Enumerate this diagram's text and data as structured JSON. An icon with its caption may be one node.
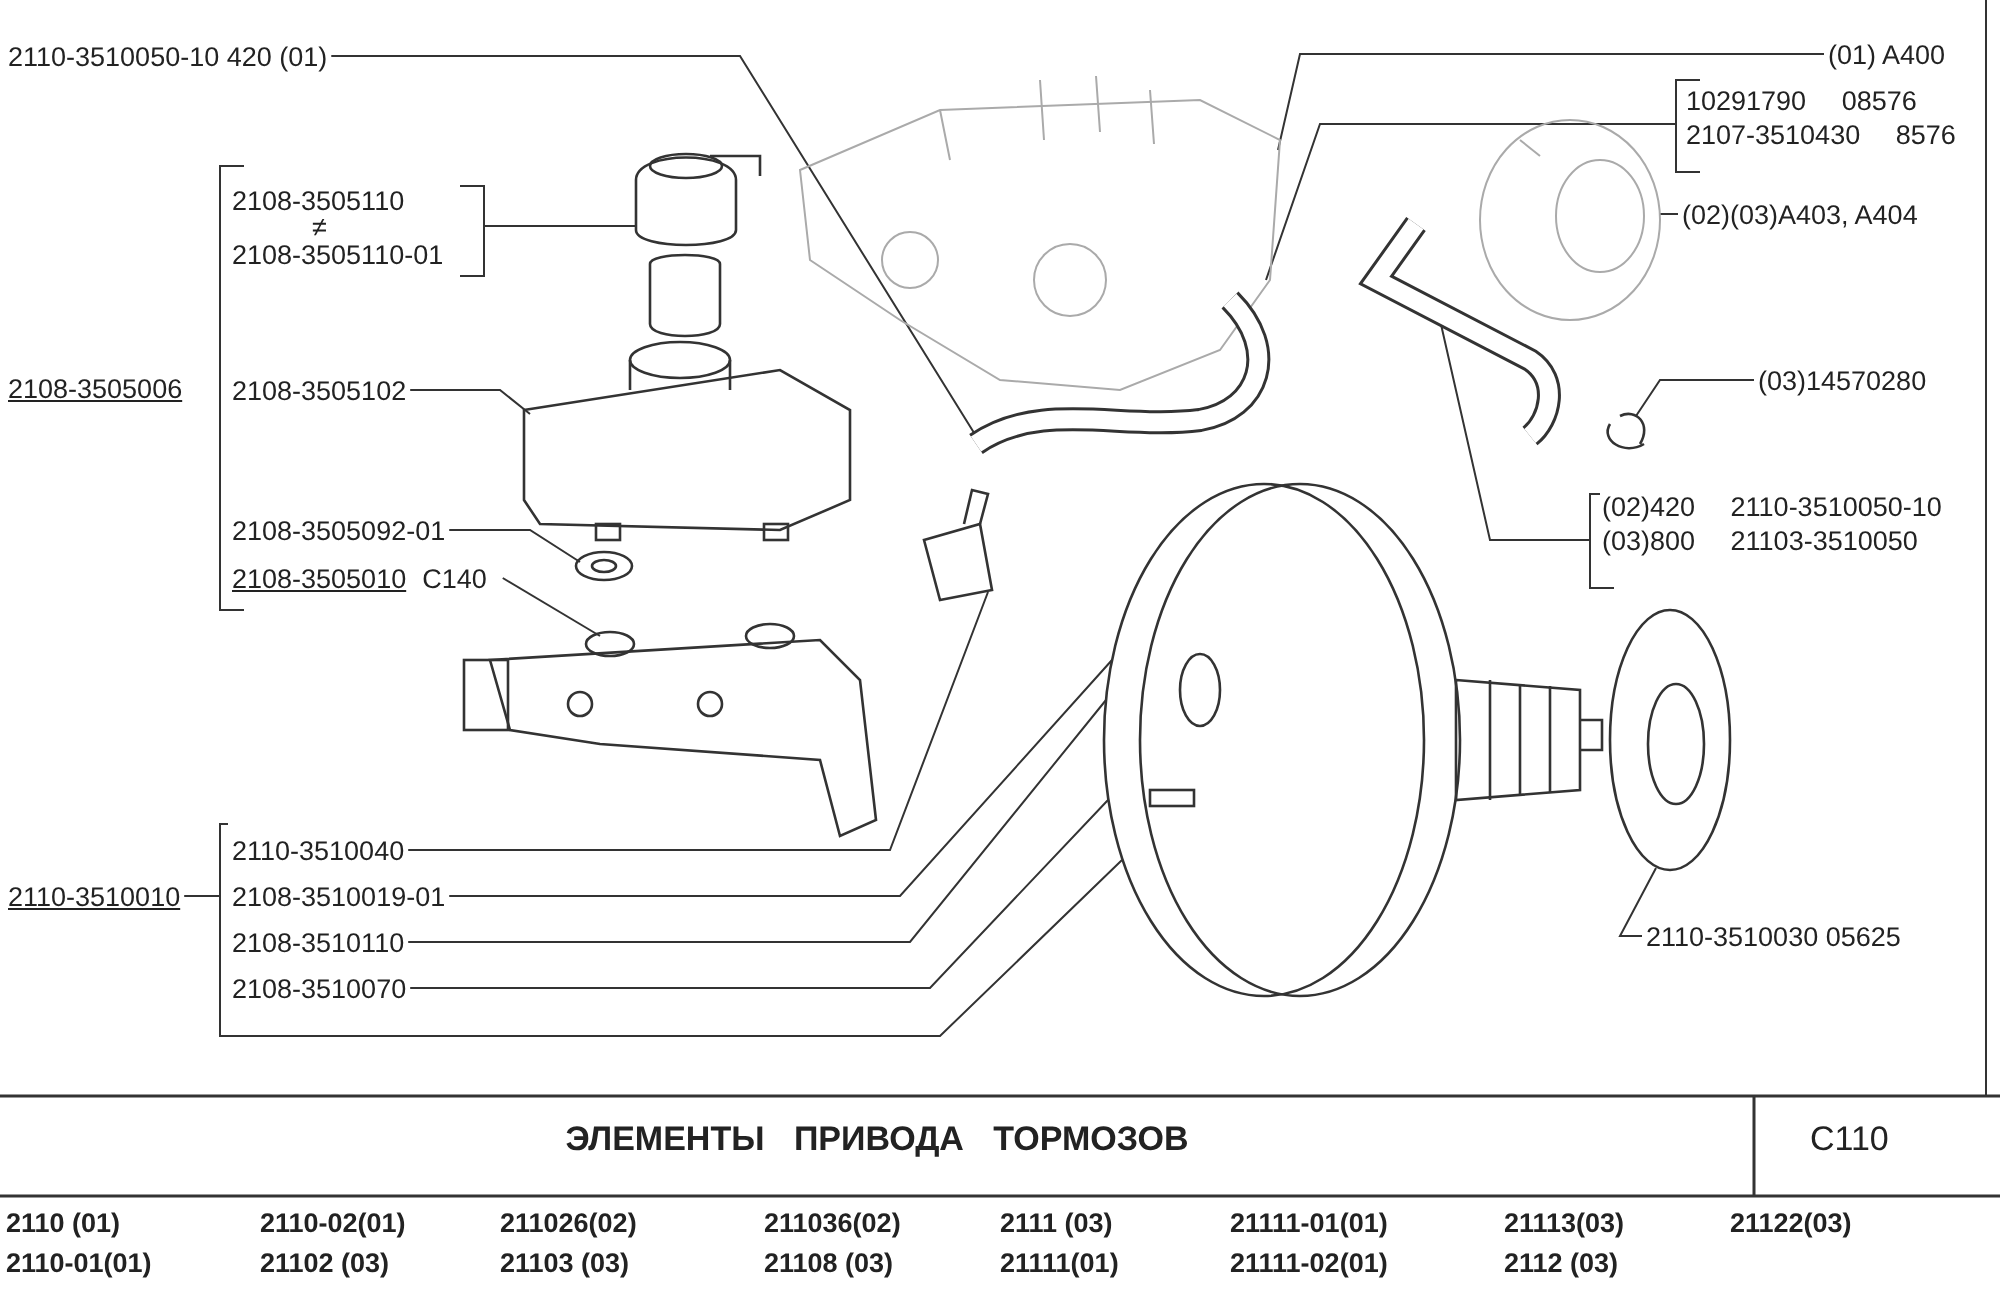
{
  "diagram": {
    "title": "ЭЛЕМЕНТЫ ПРИВОДА ТОРМОЗОВ",
    "nodes": [
      {
        "text": [
          "2110-3510050-10 420 (01)"
        ]
      },
      {
        "text": [
          "2108-3505110",
          "≠",
          "2108-3505110-01"
        ]
      },
      {
        "text": [
          "2108-3505102"
        ]
      },
      {
        "text": [
          "2108-3505092-01"
        ]
      },
      {
        "text": [
          "2108-3505010",
          "C140"
        ]
      },
      {
        "text": [
          "2110-3510040"
        ]
      },
      {
        "text": [
          "2108-3510019-01"
        ]
      },
      {
        "text": [
          "2108-3510110"
        ]
      },
      {
        "text": [
          "2108-3510070"
        ]
      },
      {
        "text": [
          "(01) A400"
        ]
      },
      {
        "text": [
          "10291790 08576",
          "2107-3510430 8576"
        ]
      },
      {
        "text": [
          "(02)(03)A403, A404"
        ]
      },
      {
        "text": [
          "(03)14570280"
        ]
      },
      {
        "text": [
          "(02)420 2110-3510050-10",
          "(03)800 21103-3510050"
        ]
      },
      {
        "text": [
          "2110-3510030 05625"
        ]
      },
      {
        "text": [
          "2110-3510010"
        ]
      },
      {
        "text": [
          "2108-3505006"
        ]
      },
      {
        "text": [],
        "shape": "picture"
      },
      {
        "text": [],
        "shape": "picture"
      },
      {
        "text": [],
        "shape": "picture"
      },
      {
        "text": [],
        "shape": "picture"
      },
      {
        "text": [],
        "shape": "picture"
      },
      {
        "text": [],
        "shape": "picture"
      },
      {
        "text": [],
        "shape": "picture"
      },
      {
        "text": [],
        "shape": "picture"
      },
      {
        "text": [],
        "shape": "picture"
      },
      {
        "text": [],
        "shape": "picture"
      },
      {
        "text": [],
        "shape": "picture"
      },
      {
        "text": [],
        "shape": "picture"
      }
    ],
    "edges": [
      {
        "from": 0,
        "to": 19,
        "arrow": "none"
      },
      {
        "from": 1,
        "to": 22,
        "arrow": "none"
      },
      {
        "from": 2,
        "to": 23,
        "arrow": "none"
      },
      {
        "from": 3,
        "to": 24,
        "arrow": "none"
      },
      {
        "from": 4,
        "to": 25,
        "arrow": "none"
      },
      {
        "from": 5,
        "to": 26,
        "arrow": "none"
      },
      {
        "from": 6,
        "to": 27,
        "arrow": "none"
      },
      {
        "from": 7,
        "to": 27,
        "arrow": "none"
      },
      {
        "from": 8,
        "to": 27,
        "arrow": "none"
      },
      {
        "from": 9,
        "to": 17,
        "arrow": "none"
      },
      {
        "from": 10,
        "to": 17,
        "arrow": "none"
      },
      {
        "from": 11,
        "to": 18,
        "arrow": "none"
      },
      {
        "from": 12,
        "to": 21,
        "arrow": "none"
      },
      {
        "from": 13,
        "to": 20,
        "arrow": "none"
      },
      {
        "from": 14,
        "to": 28,
        "arrow": "none"
      },
      {
        "from": 15,
        "to": 27,
        "arrow": "none"
      }
    ],
    "labels": [
      "С110",
      "2110 (01)",
      "2110-02(01)",
      "211026(02)",
      "211036(02)",
      "2111 (03)",
      "21111-01(01)",
      "21113(03)",
      "21122(03)",
      "2110-01(01)",
      "21102 (03)",
      "21103 (03)",
      "21108 (03)",
      "21111(01)",
      "21111-02(01)",
      "2112 (03)"
    ]
  }
}
